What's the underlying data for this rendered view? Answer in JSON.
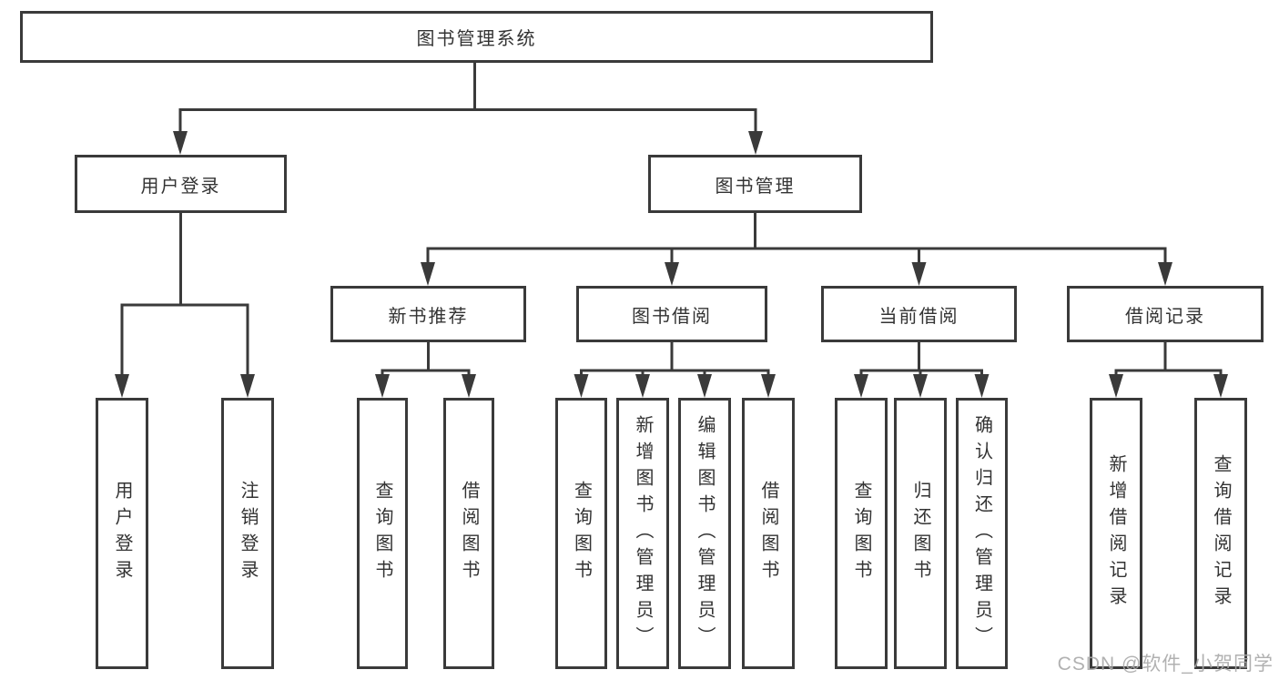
{
  "tree": {
    "label": "图书管理系统",
    "children": [
      {
        "label": "用户登录",
        "children": [
          {
            "label": "用户登录"
          },
          {
            "label": "注销登录"
          }
        ]
      },
      {
        "label": "图书管理",
        "children": [
          {
            "label": "新书推荐",
            "children": [
              {
                "label": "查询图书"
              },
              {
                "label": "借阅图书"
              }
            ]
          },
          {
            "label": "图书借阅",
            "children": [
              {
                "label": "查询图书"
              },
              {
                "label": "新增图书（管理员）"
              },
              {
                "label": "编辑图书（管理员）"
              },
              {
                "label": "借阅图书"
              }
            ]
          },
          {
            "label": "当前借阅",
            "children": [
              {
                "label": "查询图书"
              },
              {
                "label": "归还图书"
              },
              {
                "label": "确认归还（管理员）"
              }
            ]
          },
          {
            "label": "借阅记录",
            "children": [
              {
                "label": "新增借阅记录"
              },
              {
                "label": "查询借阅记录"
              }
            ]
          }
        ]
      }
    ]
  },
  "watermark": {
    "text": "CSDN @软件_小贺同学"
  },
  "colors": {
    "line": "#3a3a3a",
    "text": "#333333",
    "watermark_text": "#a9a9a9",
    "background": "#ffffff"
  }
}
